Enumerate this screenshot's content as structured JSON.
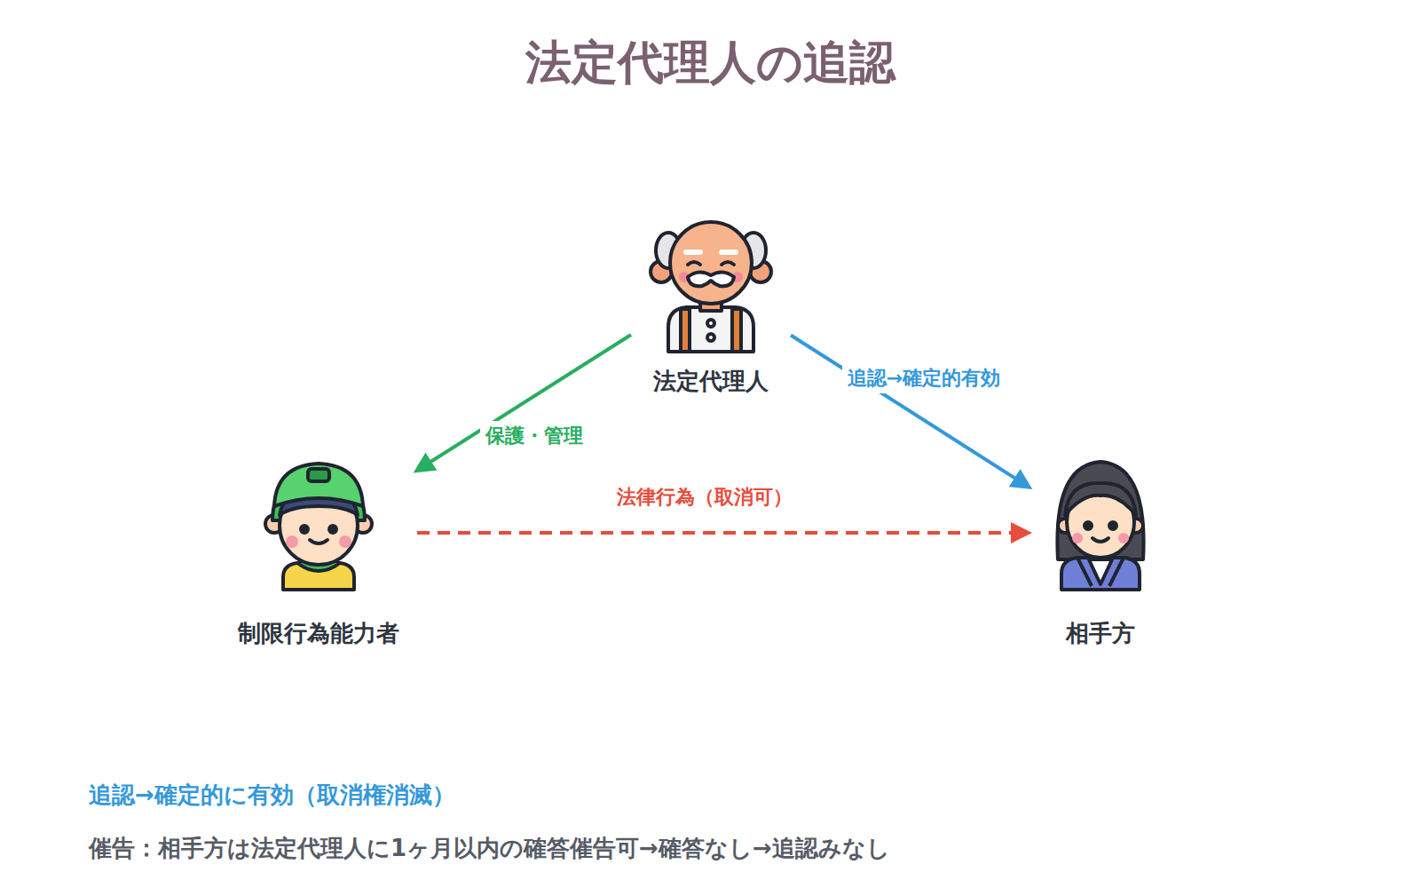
{
  "diagram": {
    "title": "法定代理人の追認",
    "nodes": [
      {
        "text": [
          "法定代理人"
        ]
      },
      {
        "text": [
          "制限行為能力者"
        ]
      },
      {
        "text": [
          "相手方"
        ]
      }
    ],
    "edges": [
      {
        "from": 0,
        "to": 1,
        "label": "保護・管理",
        "arrow": "to"
      },
      {
        "from": 0,
        "to": 2,
        "label": "追認→確定的有効",
        "arrow": "to"
      },
      {
        "from": 1,
        "to": 2,
        "label": "法律行為（取消可）",
        "arrow": "to"
      }
    ],
    "labels": [
      "追認→確定的に有効（取消権消滅）",
      "催告：相手方は法定代理人に1ヶ月以内の確答催告可→確答なし→追認みなし"
    ]
  }
}
